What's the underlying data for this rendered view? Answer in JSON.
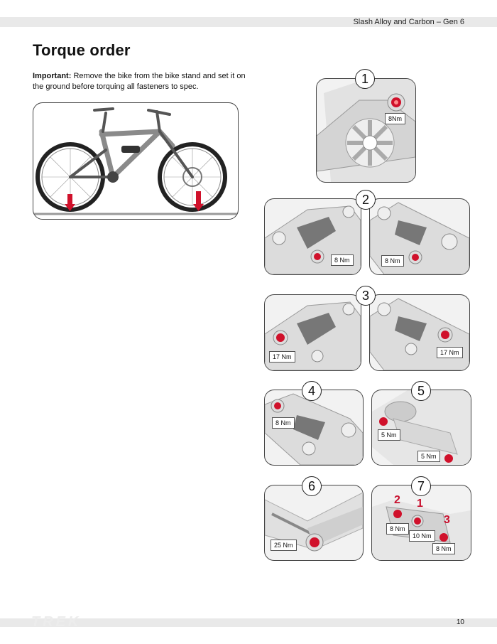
{
  "header": {
    "title": "Slash Alloy and Carbon – Gen 6"
  },
  "page": {
    "heading": "Torque order",
    "important_label": "Important:",
    "important_text": " Remove the bike from the bike stand and set it on the ground before torquing all fasteners to spec.",
    "page_number": "10"
  },
  "footer": {
    "logo": "TREK"
  },
  "steps": {
    "s1": {
      "number": "1",
      "torques": [
        "8Nm"
      ]
    },
    "s2": {
      "number": "2",
      "torques": [
        "8 Nm",
        "8 Nm"
      ]
    },
    "s3": {
      "number": "3",
      "torques": [
        "17 Nm",
        "17 Nm"
      ]
    },
    "s4": {
      "number": "4",
      "torques": [
        "8 Nm"
      ]
    },
    "s5": {
      "number": "5",
      "torques": [
        "5 Nm",
        "5 Nm"
      ]
    },
    "s6": {
      "number": "6",
      "torques": [
        "25 Nm"
      ]
    },
    "s7": {
      "number": "7",
      "torques": [
        "8 Nm",
        "10 Nm",
        "8 Nm"
      ],
      "sequence": [
        "2",
        "1",
        "3"
      ]
    }
  },
  "colors": {
    "accent_red": "#d0112b",
    "frame_gray": "#cfcfcf",
    "outline": "#444444"
  }
}
